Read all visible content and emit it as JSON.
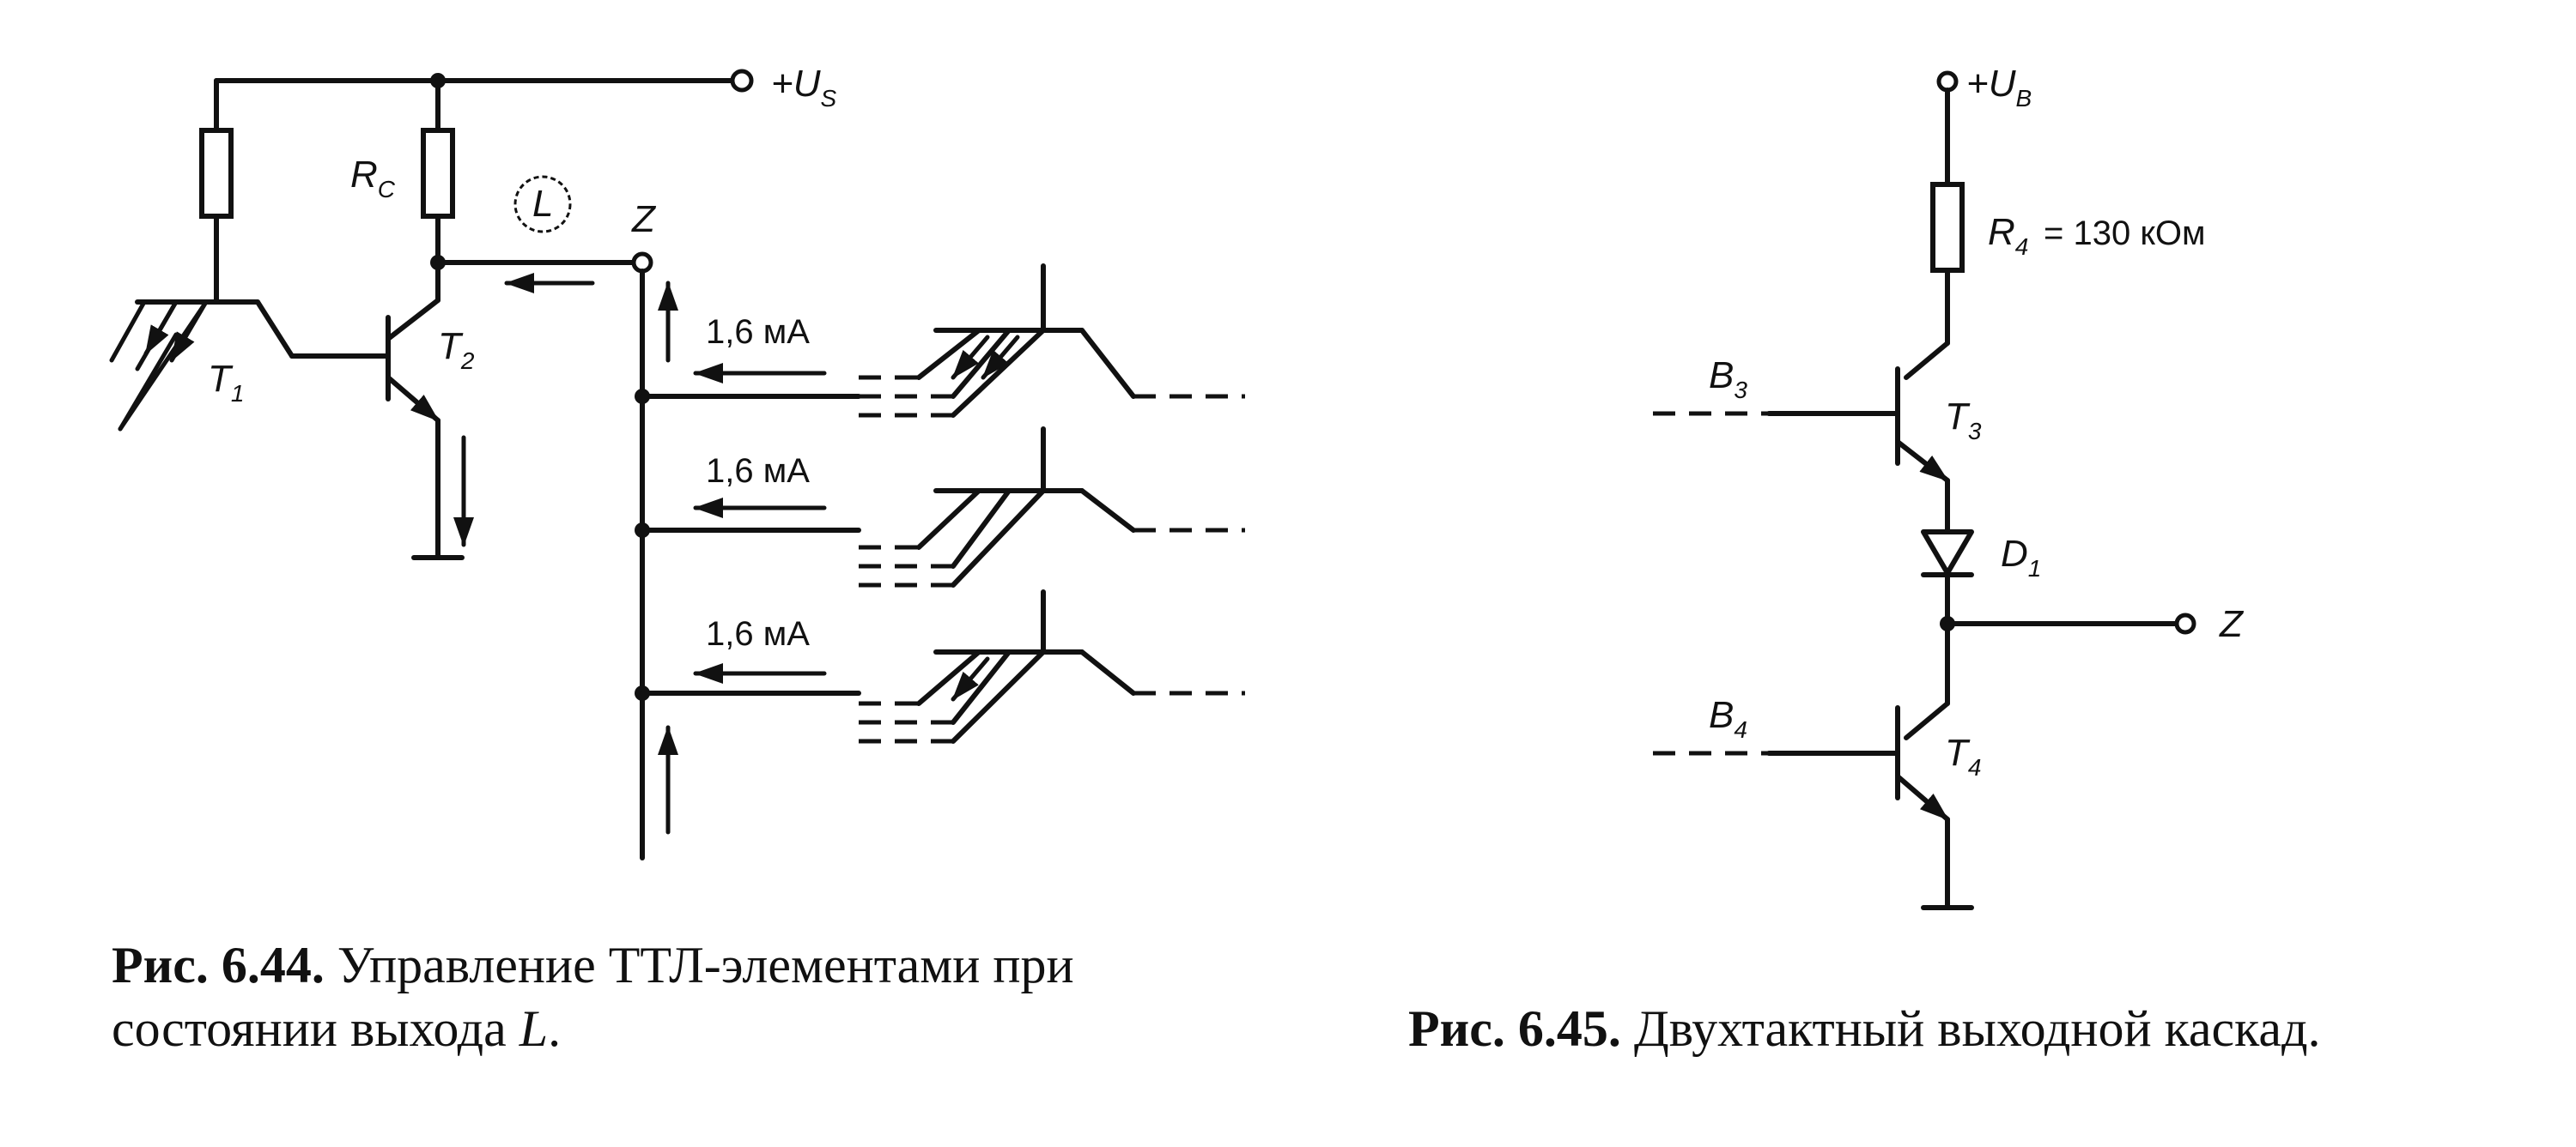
{
  "fig44": {
    "supply_label": "+U",
    "supply_sub": "S",
    "rc_label": "R",
    "rc_sub": "C",
    "state_label": "L",
    "out_label": "Z",
    "t1_label": "T",
    "t1_sub": "1",
    "t2_label": "T",
    "t2_sub": "2",
    "current_1": "1,6 мА",
    "current_2": "1,6 мА",
    "current_3": "1,6 мА",
    "caption_num": "Рис. 6.44.",
    "caption_line1": " Управление ТТЛ-элементами при",
    "caption_line2": "состоянии выхода ",
    "caption_state": "L",
    "caption_end": "."
  },
  "fig45": {
    "supply_label": "+U",
    "supply_sub": "B",
    "r4_label": "R",
    "r4_sub": "4",
    "r4_value": "= 130 кОм",
    "b3_label": "B",
    "b3_sub": "3",
    "t3_label": "T",
    "t3_sub": "3",
    "d1_label": "D",
    "d1_sub": "1",
    "out_label": "Z",
    "b4_label": "B",
    "b4_sub": "4",
    "t4_label": "T",
    "t4_sub": "4",
    "caption_num": "Рис. 6.45.",
    "caption_text": " Двухтактный выходной каскад."
  }
}
